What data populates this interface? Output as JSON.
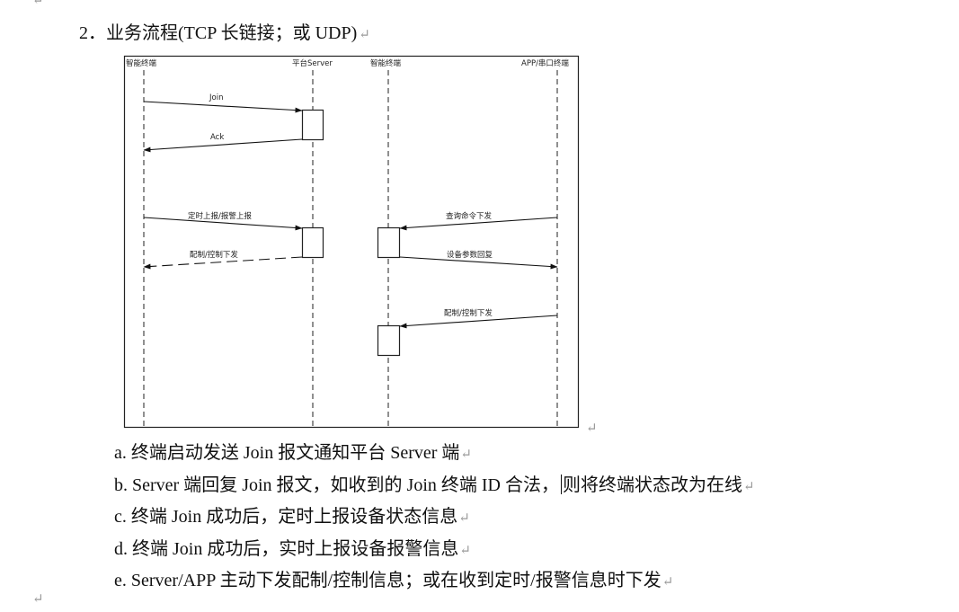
{
  "doc": {
    "para_mark": "↵",
    "heading": "2．业务流程(TCP 长链接；或 UDP)",
    "diagram": {
      "lifelines": [
        "智能终端",
        "平台Server",
        "智能终端",
        "APP/串口终端"
      ],
      "messages": [
        "Join",
        "Ack",
        "定时上报/报警上报",
        "配制/控制下发",
        "查询命令下发",
        "设备参数回复",
        "配制/控制下发"
      ]
    },
    "items": [
      {
        "text": "a.  终端启动发送 Join 报文通知平台 Server 端"
      },
      {
        "text_before_cursor": "b. Server 端回复 Join 报文，如收到的 Join 终端 ID 合法，",
        "text_after_cursor": "则将终端状态改为在线"
      },
      {
        "text": "c.  终端 Join 成功后，定时上报设备状态信息"
      },
      {
        "text": "d.  终端 Join 成功后，实时上报设备报警信息"
      },
      {
        "text": "e. Server/APP 主动下发配制/控制信息；或在收到定时/报警信息时下发"
      }
    ]
  }
}
